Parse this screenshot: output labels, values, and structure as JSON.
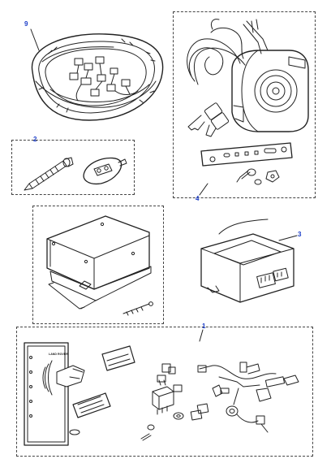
{
  "callouts": {
    "harness": "9",
    "keyfob": "2",
    "siren": "4",
    "module": "3",
    "install_kit": "1"
  },
  "kit_booklet": {
    "brand": "LAND ROVER"
  },
  "colors": {
    "callout": "#1a3cc8",
    "line": "#222222",
    "frame": "#444444"
  }
}
